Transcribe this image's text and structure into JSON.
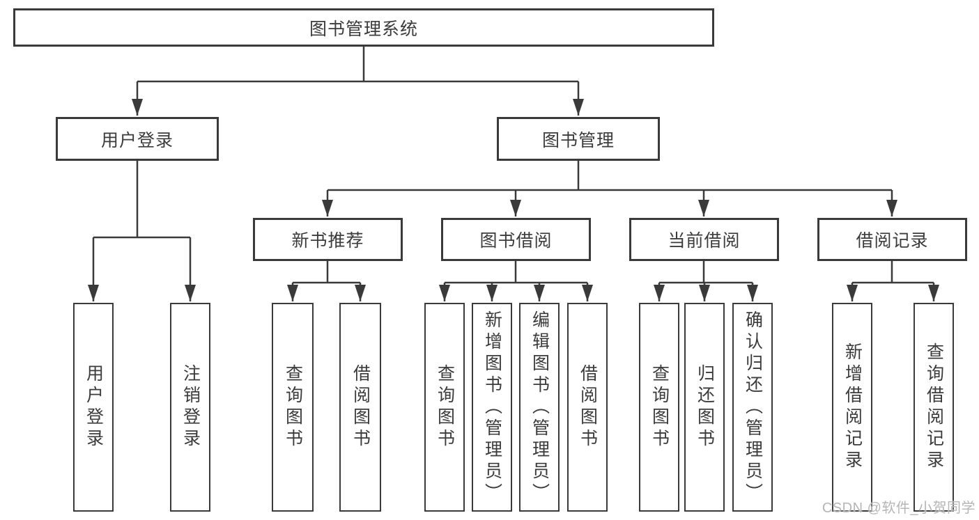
{
  "diagram": {
    "title": "图书管理系统",
    "root": {
      "label": "图书管理系统"
    },
    "level2": [
      {
        "label": "用户登录"
      },
      {
        "label": "图书管理"
      }
    ],
    "level3": [
      {
        "label": "新书推荐"
      },
      {
        "label": "图书借阅"
      },
      {
        "label": "当前借阅"
      },
      {
        "label": "借阅记录"
      }
    ],
    "leaves": [
      {
        "label": "用户登录",
        "parent": "用户登录"
      },
      {
        "label": "注销登录",
        "parent": "用户登录"
      },
      {
        "label": "查询图书",
        "parent": "新书推荐"
      },
      {
        "label": "借阅图书",
        "parent": "新书推荐"
      },
      {
        "label": "查询图书",
        "parent": "图书借阅"
      },
      {
        "label": "新增图书（管理员）",
        "parent": "图书借阅"
      },
      {
        "label": "编辑图书（管理员）",
        "parent": "图书借阅"
      },
      {
        "label": "借阅图书",
        "parent": "图书借阅"
      },
      {
        "label": "查询图书",
        "parent": "当前借阅"
      },
      {
        "label": "归还图书",
        "parent": "当前借阅"
      },
      {
        "label": "确认归还（管理员）",
        "parent": "当前借阅"
      },
      {
        "label": "新增借阅记录",
        "parent": "借阅记录"
      },
      {
        "label": "查询借阅记录",
        "parent": "借阅记录"
      }
    ]
  },
  "watermark": "CSDN @软件_小贺同学",
  "colors": {
    "line": "#3a3a3a",
    "box_border": "#3a3a3a",
    "box_background": "#ffffff",
    "text": "#3b3b3b",
    "watermark": "#b5b5b5",
    "page_background": "#ffffff"
  }
}
